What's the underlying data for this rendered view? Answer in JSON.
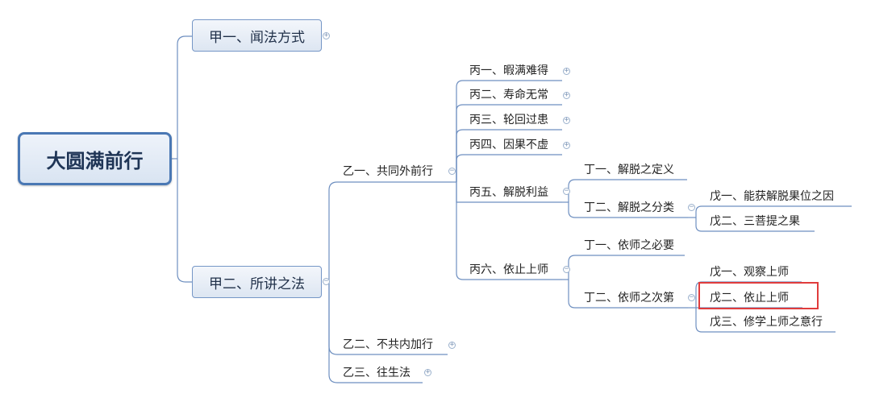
{
  "root": {
    "label": "大圆满前行"
  },
  "jia1": {
    "label": "甲一、闻法方式"
  },
  "jia2": {
    "label": "甲二、所讲之法"
  },
  "yi1": {
    "label": "乙一、共同外前行"
  },
  "yi2": {
    "label": "乙二、不共内加行"
  },
  "yi3": {
    "label": "乙三、往生法"
  },
  "bing1": {
    "label": "丙一、暇满难得"
  },
  "bing2": {
    "label": "丙二、寿命无常"
  },
  "bing3": {
    "label": "丙三、轮回过患"
  },
  "bing4": {
    "label": "丙四、因果不虚"
  },
  "bing5": {
    "label": "丙五、解脱利益"
  },
  "bing6": {
    "label": "丙六、依止上师"
  },
  "ding5_1": {
    "label": "丁一、解脱之定义"
  },
  "ding5_2": {
    "label": "丁二、解脱之分类"
  },
  "ding6_1": {
    "label": "丁一、依师之必要"
  },
  "ding6_2": {
    "label": "丁二、依师之次第"
  },
  "wu5_1": {
    "label": "戊一、能获解脱果位之因"
  },
  "wu5_2": {
    "label": "戊二、三菩提之果"
  },
  "wu6_1": {
    "label": "戊一、观察上师"
  },
  "wu6_2": {
    "label": "戊二、依止上师"
  },
  "wu6_3": {
    "label": "戊三、修学上师之意行"
  },
  "markers": {
    "expand": "+",
    "collapse": "−"
  },
  "colors": {
    "line": "#6e8fc0",
    "highlight": "#e03c3c",
    "root_border": "#4a78b4"
  }
}
